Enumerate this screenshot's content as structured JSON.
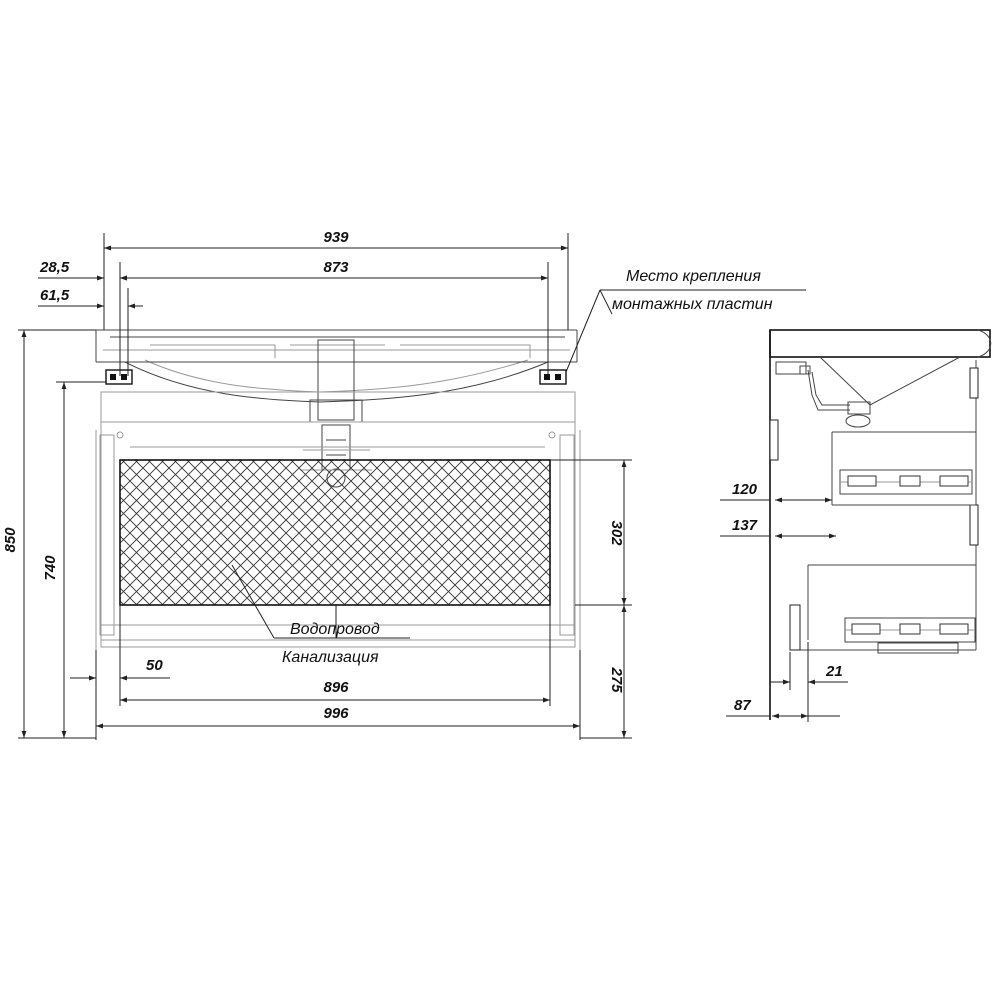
{
  "front_view": {
    "dimensions": {
      "overall_width": "939",
      "inner_width": "873",
      "offset_top": "28,5",
      "offset_bottom": "61,5",
      "total_height": "850",
      "cabinet_height": "740",
      "mesh_height": "302",
      "floor_gap": "275",
      "side_offset": "50",
      "mesh_width": "896",
      "base_width": "996"
    },
    "labels": {
      "mount_line1": "Место крепления",
      "mount_line2": "монтажных пластин",
      "water_supply": "Водопровод",
      "sewage": "Канализация"
    }
  },
  "side_view": {
    "dimensions": {
      "d120": "120",
      "d137": "137",
      "d21": "21",
      "d87": "87"
    }
  }
}
